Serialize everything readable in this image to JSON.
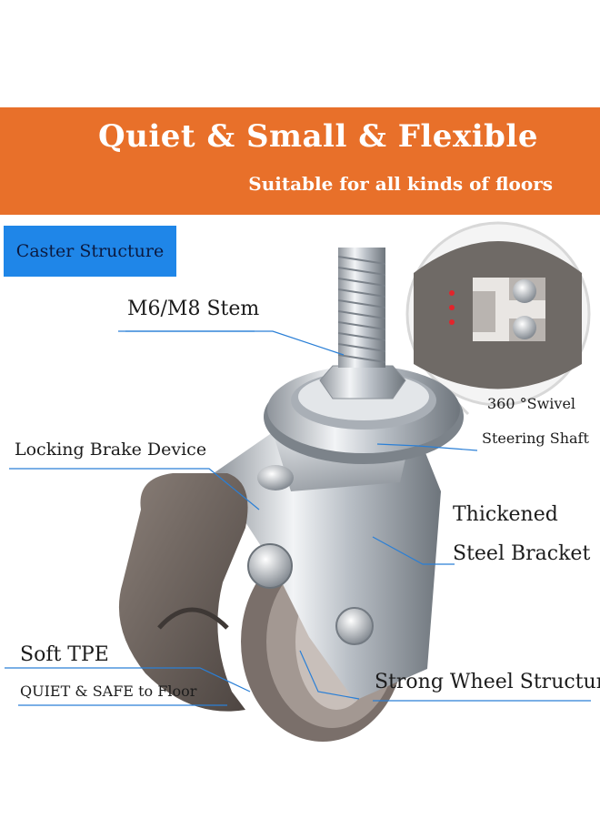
{
  "banner": {
    "title": "Quiet & Small & Flexible",
    "subtitle": "Suitable for all kinds of floors",
    "color": "#e8702a"
  },
  "tag": {
    "label": "Caster Structure",
    "color": "#1f86e8"
  },
  "labels": {
    "stem": "M6/M8 Stem",
    "swivel": "360 °Swivel",
    "steering": "Steering Shaft",
    "brake": "Locking Brake Device",
    "thickened": "Thickened",
    "bracket": "Steel Bracket",
    "tpe": "Soft  TPE",
    "quiet": "QUIET & SAFE to Floor",
    "wheel": "Strong Wheel Structure"
  },
  "accent_line_color": "#2a7fd6",
  "illustration": {
    "main": "caster-wheel",
    "inset": "swivel-bearing-cutaway"
  }
}
